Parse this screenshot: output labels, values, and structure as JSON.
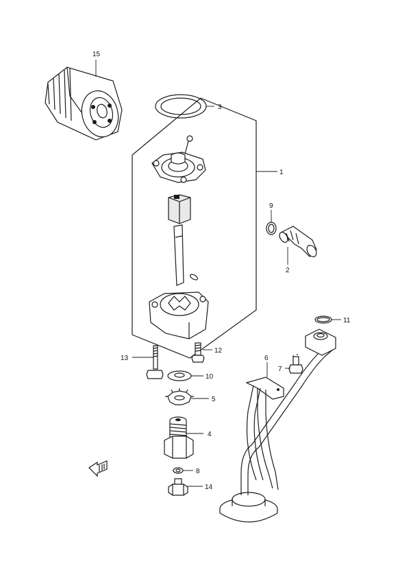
{
  "parts": [
    {
      "id": "part-1",
      "label": "1",
      "name": "oil-pump-assembly"
    },
    {
      "id": "part-2",
      "label": "2",
      "name": "relief-valve"
    },
    {
      "id": "part-3",
      "label": "3",
      "name": "o-ring-large"
    },
    {
      "id": "part-4",
      "label": "4",
      "name": "union-bolt"
    },
    {
      "id": "part-5",
      "label": "5",
      "name": "lock-washer"
    },
    {
      "id": "part-6",
      "label": "6",
      "name": "oil-strainer"
    },
    {
      "id": "part-7",
      "label": "7",
      "name": "strainer-bolt"
    },
    {
      "id": "part-8",
      "label": "8",
      "name": "small-o-ring"
    },
    {
      "id": "part-9",
      "label": "9",
      "name": "valve-o-ring"
    },
    {
      "id": "part-10",
      "label": "10",
      "name": "washer"
    },
    {
      "id": "part-11",
      "label": "11",
      "name": "strainer-o-ring"
    },
    {
      "id": "part-12",
      "label": "12",
      "name": "pump-bolt"
    },
    {
      "id": "part-13",
      "label": "13",
      "name": "stud-bolt"
    },
    {
      "id": "part-14",
      "label": "14",
      "name": "nut"
    },
    {
      "id": "part-15",
      "label": "15",
      "name": "oil-filter"
    }
  ],
  "orientation_badge": {
    "icon": "fwd-arrow-icon"
  }
}
